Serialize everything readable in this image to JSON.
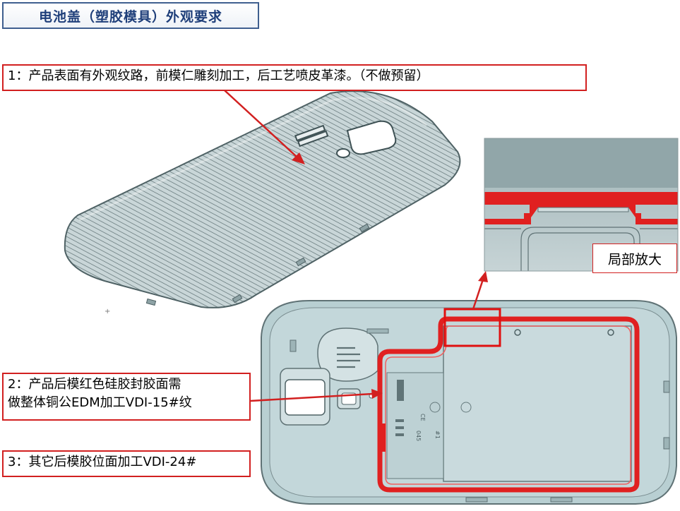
{
  "title": "电池盖（塑胶模具）外观要求",
  "notes": {
    "n1": "1：产品表面有外观纹路，前模仁雕刻加工，后工艺喷皮革漆。（不做预留）",
    "n2_line1": "2：产品后模红色硅胶封胶面需",
    "n2_line2": "做整体铜公EDM加工VDI-15#纹",
    "n3": "3：其它后模胶位面加工VDI-24#"
  },
  "zoom_label": "局部放大",
  "colors": {
    "annotation_red": "#d22020",
    "title_blue": "#1f3f7a",
    "part_fill": "#b8cfd2",
    "part_edge": "#5f7275"
  },
  "part_markings": {
    "m1": "CE",
    "m2": "045",
    "m3": "#1"
  }
}
